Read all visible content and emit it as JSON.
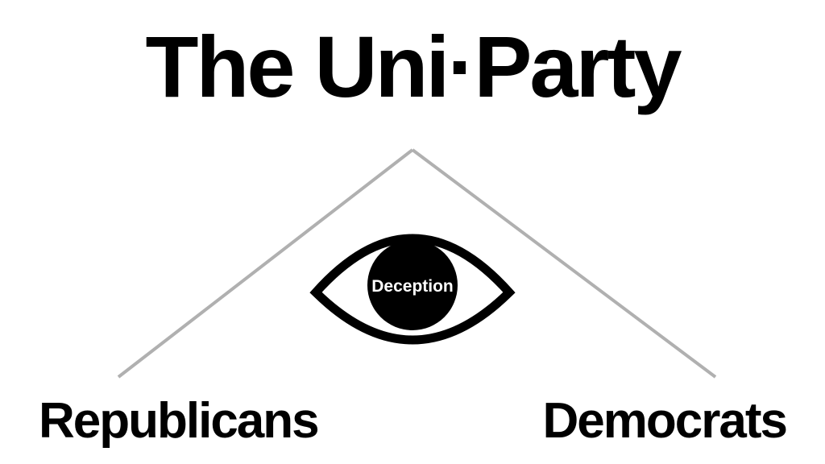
{
  "title": "The Uni·Party",
  "eye": {
    "label": "Deception"
  },
  "branches": {
    "left_label": "Republicans",
    "right_label": "Democrats"
  },
  "colors": {
    "background": "#ffffff",
    "text": "#000000",
    "line": "#b0b0b0",
    "iris": "#000000",
    "iris_text": "#ffffff"
  }
}
